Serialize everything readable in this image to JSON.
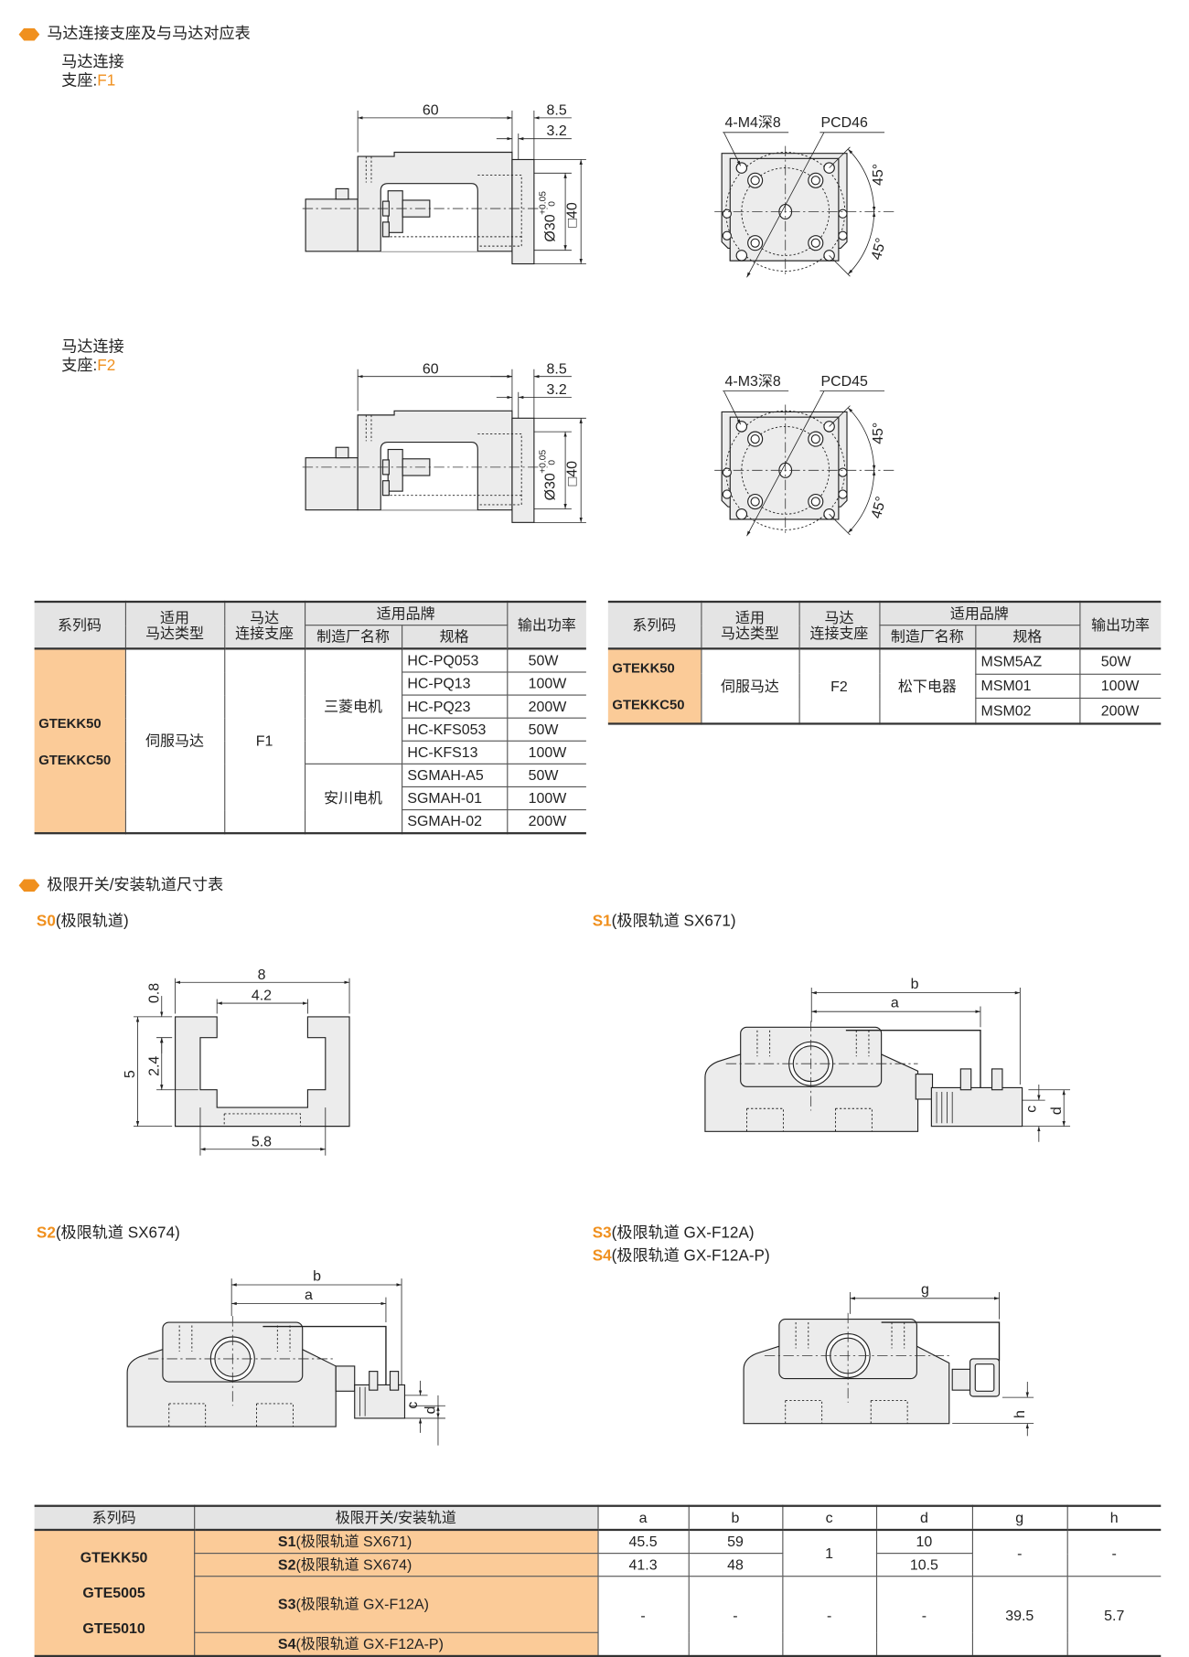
{
  "section1": {
    "title": "马达连接支座及与马达对应表",
    "icon": "hexagon-bullet-icon",
    "accent": "#f0901e"
  },
  "f1": {
    "label_line1": "马达连接",
    "label_line2": "支座:",
    "code": "F1",
    "dim_length": "60",
    "dim_flange": "8.5",
    "dim_spigot": "3.2",
    "dim_bore": "Ø30",
    "bore_tol_upper": "+0.05",
    "bore_tol_lower": "0",
    "dim_square": "□40",
    "holes": "4-M4深8",
    "pcd": "PCD46",
    "angle_top": "45°",
    "angle_bottom": "45°"
  },
  "f2": {
    "label_line1": "马达连接",
    "label_line2": "支座:",
    "code": "F2",
    "dim_length": "60",
    "dim_flange": "8.5",
    "dim_spigot": "3.2",
    "dim_bore": "Ø30",
    "bore_tol_upper": "+0.05",
    "bore_tol_lower": "0",
    "dim_square": "□40",
    "holes": "4-M3深8",
    "pcd": "PCD45",
    "angle_top": "45°",
    "angle_bottom": "45°"
  },
  "motor_headers": {
    "series": "系列码",
    "type": "适用\n马达类型",
    "mount": "马达\n连接支座",
    "brand": "适用品牌",
    "maker": "制造厂名称",
    "spec": "规格",
    "power": "输出功率"
  },
  "motor_tables": [
    {
      "series": [
        "GTEKK50",
        "GTEKKC50"
      ],
      "type": "伺服马达",
      "mount": "F1",
      "makers": [
        {
          "name": "三菱电机",
          "specs": [
            {
              "model": "HC-PQ053",
              "power": "50W"
            },
            {
              "model": "HC-PQ13",
              "power": "100W"
            },
            {
              "model": "HC-PQ23",
              "power": "200W"
            },
            {
              "model": "HC-KFS053",
              "power": "50W"
            },
            {
              "model": "HC-KFS13",
              "power": "100W"
            }
          ]
        },
        {
          "name": "安川电机",
          "specs": [
            {
              "model": "SGMAH-A5",
              "power": "50W"
            },
            {
              "model": "SGMAH-01",
              "power": "100W"
            },
            {
              "model": "SGMAH-02",
              "power": "200W"
            }
          ]
        }
      ]
    },
    {
      "series": [
        "GTEKK50",
        "GTEKKC50"
      ],
      "type": "伺服马达",
      "mount": "F2",
      "makers": [
        {
          "name": "松下电器",
          "specs": [
            {
              "model": "MSM5AZ",
              "power": "50W"
            },
            {
              "model": "MSM01",
              "power": "100W"
            },
            {
              "model": "MSM02",
              "power": "200W"
            }
          ]
        }
      ]
    }
  ],
  "section2": {
    "title": "极限开关/安装轨道尺寸表"
  },
  "s0": {
    "code": "S0",
    "name": "(极限轨道)",
    "dims": {
      "width": "8",
      "opening": "4.2",
      "inner": "5.8",
      "height": "5",
      "lip": "0.8",
      "slot": "2.4"
    }
  },
  "s1": {
    "code": "S1",
    "name": "(极限轨道 SX671)",
    "dims": {
      "a": "a",
      "b": "b",
      "c": "c",
      "d": "d"
    }
  },
  "s2": {
    "code": "S2",
    "name": "(极限轨道 SX674)",
    "dims": {
      "a": "a",
      "b": "b",
      "c": "c",
      "d": "d"
    }
  },
  "s3": {
    "code": "S3",
    "name": "(极限轨道 GX-F12A)",
    "dims": {
      "g": "g",
      "h": "h"
    }
  },
  "s4": {
    "code": "S4",
    "name": "(极限轨道 GX-F12A-P)"
  },
  "rail_table": {
    "headers": {
      "series": "系列码",
      "rail": "极限开关/安装轨道",
      "a": "a",
      "b": "b",
      "c": "c",
      "d": "d",
      "g": "g",
      "h": "h"
    },
    "series": [
      "GTEKK50",
      "GTE5005",
      "GTE5010"
    ],
    "rows": [
      {
        "code": "S1",
        "name": "(极限轨道 SX671)",
        "a": "45.5",
        "b": "59",
        "c": "1",
        "d": "10",
        "g": "-",
        "h": "-"
      },
      {
        "code": "S2",
        "name": "(极限轨道 SX674)",
        "a": "41.3",
        "b": "48",
        "d": "10.5"
      },
      {
        "code": "S3",
        "name": "(极限轨道 GX-F12A)",
        "a": "-",
        "b": "-",
        "c": "-",
        "d": "-",
        "g": "39.5",
        "h": "5.7"
      },
      {
        "code": "S4",
        "name": "(极限轨道 GX-F12A-P)"
      }
    ]
  }
}
